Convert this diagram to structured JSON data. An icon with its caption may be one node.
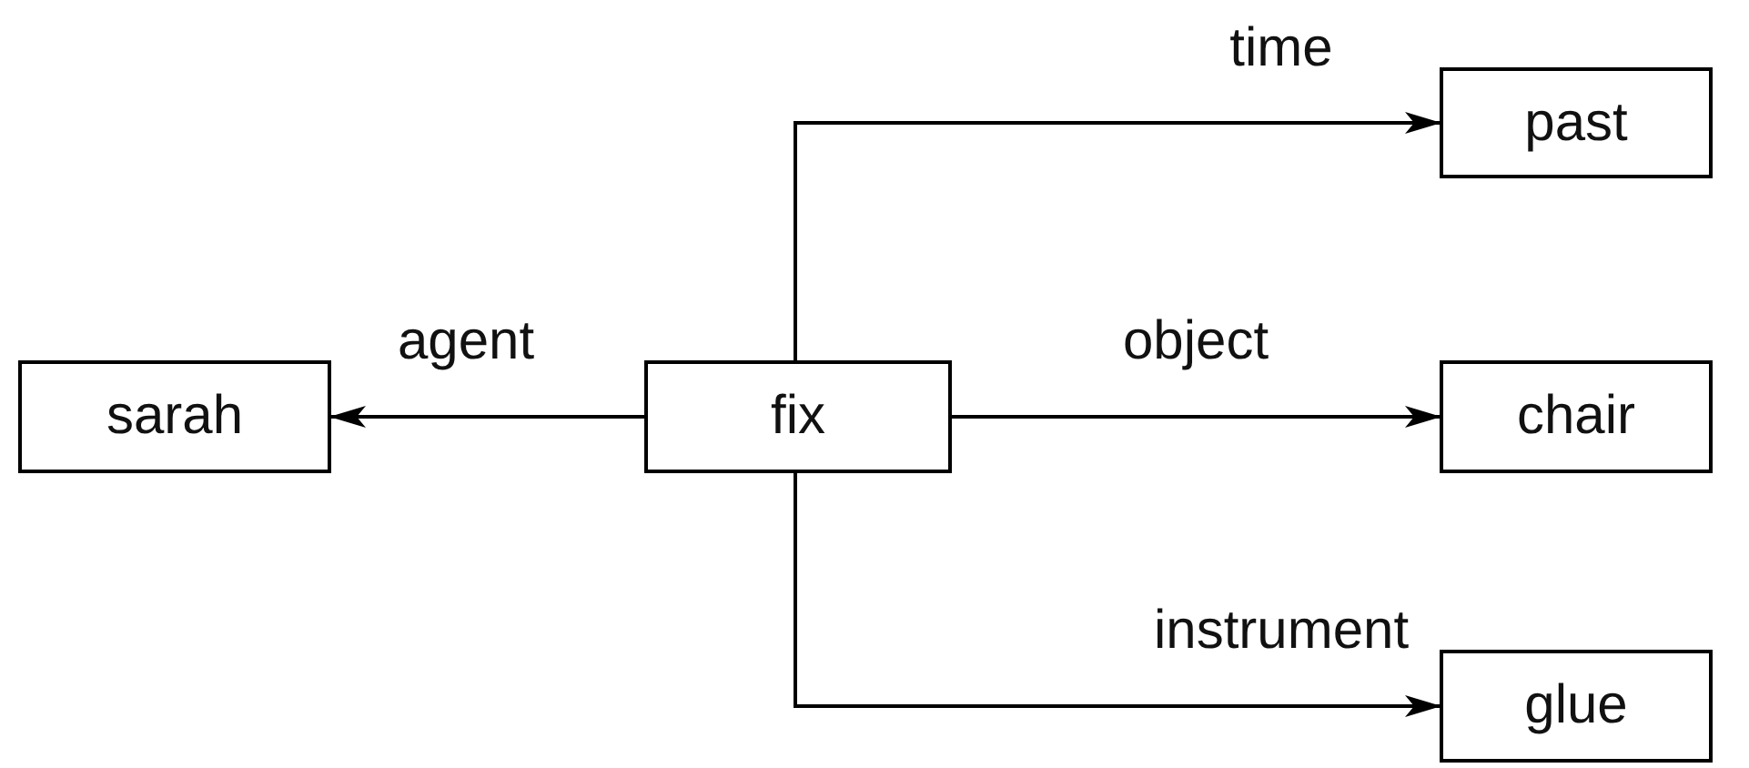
{
  "diagram": {
    "nodes": [
      {
        "text": [
          "sarah"
        ]
      },
      {
        "text": [
          "fix"
        ]
      },
      {
        "text": [
          "past"
        ]
      },
      {
        "text": [
          "chair"
        ]
      },
      {
        "text": [
          "glue"
        ]
      }
    ],
    "edges": [
      {
        "from": 1,
        "to": 0,
        "arrow": "to",
        "label": "agent"
      },
      {
        "from": 1,
        "to": 2,
        "arrow": "to",
        "label": "time"
      },
      {
        "from": 1,
        "to": 3,
        "arrow": "to",
        "label": "object"
      },
      {
        "from": 1,
        "to": 4,
        "arrow": "to",
        "label": "instrument"
      }
    ]
  }
}
